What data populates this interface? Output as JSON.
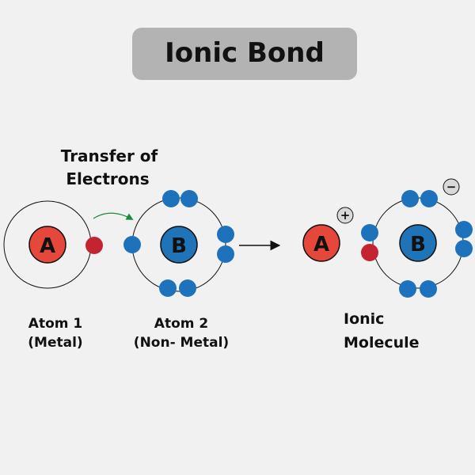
{
  "title": "Ionic Bond",
  "transfer_label": [
    "Transfer of",
    "Electrons"
  ],
  "atom1": {
    "symbol": "A",
    "label_line1": "Atom 1",
    "label_line2": "(Metal)"
  },
  "atom2": {
    "symbol": "B",
    "label_line1": "Atom 2",
    "label_line2": "(Non- Metal)"
  },
  "product": {
    "cation_symbol": "A",
    "cation_charge": "+",
    "anion_symbol": "B",
    "anion_charge": "−",
    "label_line1": "Ionic",
    "label_line2": "Molecule"
  },
  "colors": {
    "background": "#f1f1f2",
    "title_pill": "#b3b3b3",
    "nucleus_a": "#e5483a",
    "nucleus_b": "#1f73b7",
    "electron_blue": "#1e72bb",
    "electron_red": "#c42430",
    "transfer_arrow": "#1f8a3a",
    "charge_badge": "#d9d9d9"
  }
}
